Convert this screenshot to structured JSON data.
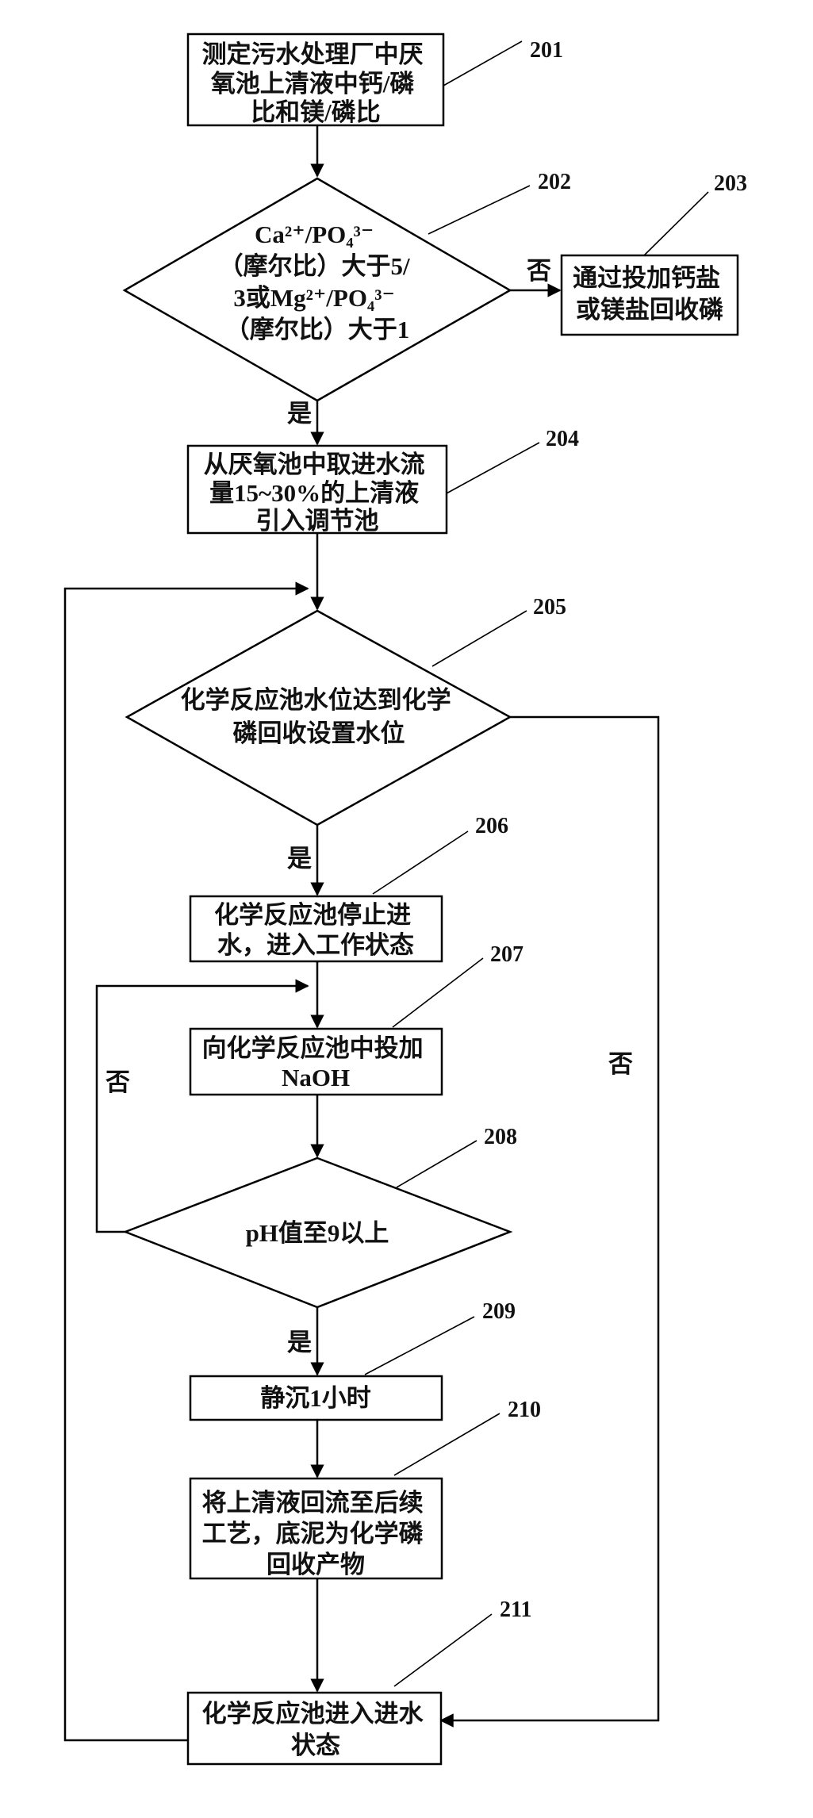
{
  "steps": {
    "s201": {
      "ref": "201",
      "lines": [
        "测定污水处理厂中厌",
        "氧池上清液中钙/磷",
        "比和镁/磷比"
      ]
    },
    "s202": {
      "ref": "202",
      "lines": [
        "Ca²⁺/PO₄³⁻",
        "（摩尔比）大于5/",
        "3或Mg²⁺/PO₄³⁻",
        "（摩尔比）大于1"
      ]
    },
    "s203": {
      "ref": "203",
      "lines": [
        "通过投加钙盐",
        "或镁盐回收磷"
      ]
    },
    "s204": {
      "ref": "204",
      "lines": [
        "从厌氧池中取进水流",
        "量15~30%的上清液",
        "引入调节池"
      ]
    },
    "s205": {
      "ref": "205",
      "lines": [
        "化学反应池水位达到化学",
        "磷回收设置水位"
      ]
    },
    "s206": {
      "ref": "206",
      "lines": [
        "化学反应池停止进",
        "水，进入工作状态"
      ]
    },
    "s207": {
      "ref": "207",
      "lines": [
        "向化学反应池中投加",
        "NaOH"
      ]
    },
    "s208": {
      "ref": "208",
      "lines": [
        "pH值至9以上"
      ]
    },
    "s209": {
      "ref": "209",
      "lines": [
        "静沉1小时"
      ]
    },
    "s210": {
      "ref": "210",
      "lines": [
        "将上清液回流至后续",
        "工艺，底泥为化学磷",
        "回收产物"
      ]
    },
    "s211": {
      "ref": "211",
      "lines": [
        "化学反应池进入进水",
        "状态"
      ]
    }
  },
  "edge_labels": {
    "e202_no": "否",
    "e202_yes": "是",
    "e205_yes": "是",
    "e205_no": "否",
    "e208_no": "否",
    "e208_yes": "是"
  }
}
